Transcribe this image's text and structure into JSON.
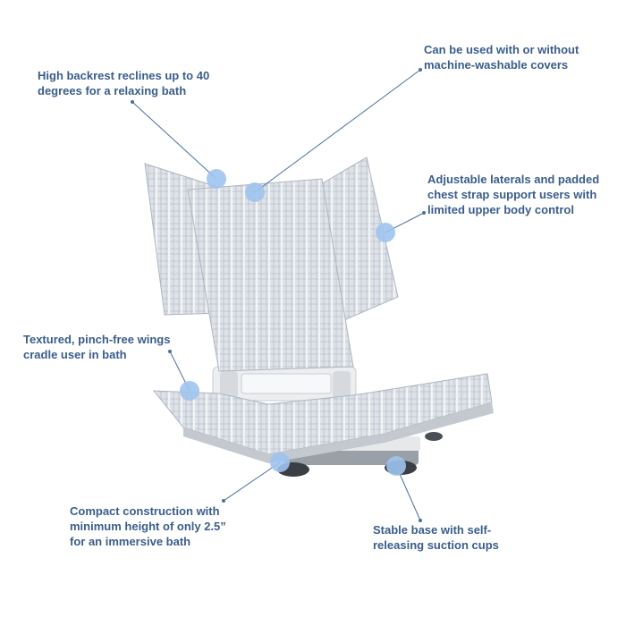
{
  "callouts": {
    "backrest": {
      "line1": "High backrest reclines up to 40",
      "line2": "degrees for a relaxing bath"
    },
    "covers": {
      "line1": "Can be used with or without",
      "line2": "machine-washable covers"
    },
    "laterals": {
      "line1": "Adjustable laterals and padded",
      "line2": "chest strap support users with",
      "line3": "limited upper body control"
    },
    "wings": {
      "line1": "Textured, pinch-free wings",
      "line2": "cradle user in bath"
    },
    "construction": {
      "line1": "Compact construction with",
      "line2": "minimum height of only 2.5”",
      "line3": "for an immersive bath"
    },
    "base": {
      "line1": "Stable base with self-",
      "line2": "releasing suction cups"
    }
  },
  "colors": {
    "callout_text": "#3b5d8c",
    "leader_line": "#4a6f9e",
    "marker_fill": "#9ec3ee",
    "mesh": "#c9ced6",
    "frame": "#e3e5e8"
  },
  "icons": {
    "marker": "circle-marker"
  }
}
